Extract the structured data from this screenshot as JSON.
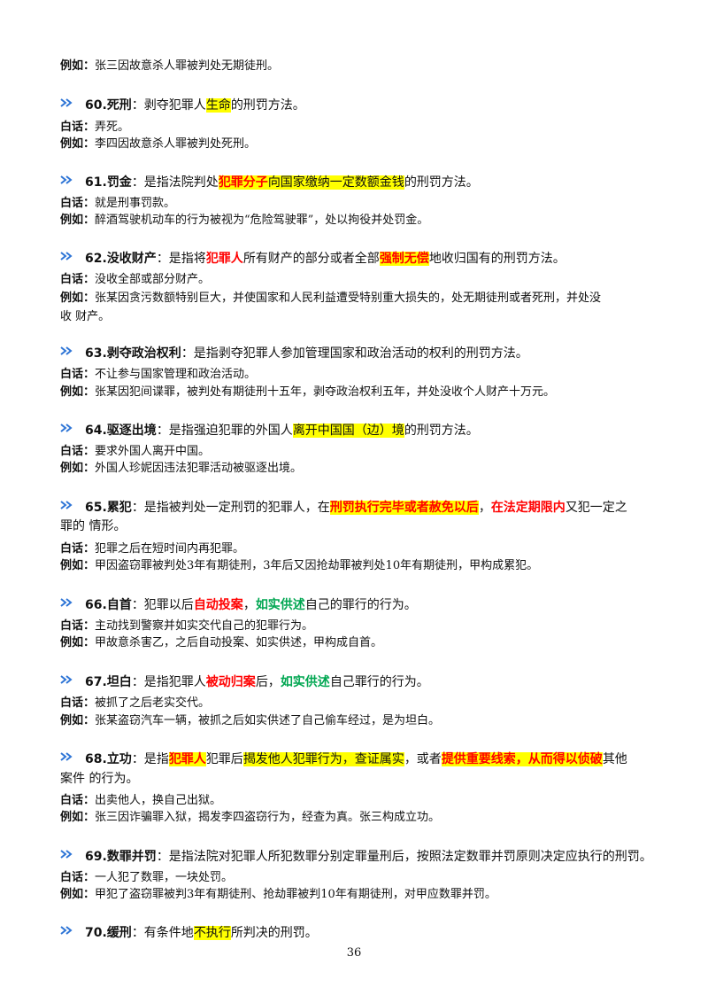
{
  "colors": {
    "highlight": "#ffff00",
    "red": "#ff0000",
    "green": "#00a651",
    "arrow": "#2e75d6"
  },
  "top_example": {
    "label": "例如：",
    "text": "张三因故意杀人罪被判处无期徒刑。"
  },
  "e60": {
    "num": "60.",
    "name": "死刑",
    "pre": "：剥夺犯罪人",
    "hl": "生命",
    "post": "的刑罚方法。",
    "bh_label": "白话：",
    "bh": "弄死。",
    "ex_label": "例如：",
    "ex": "李四因故意杀人罪被判处死刑。"
  },
  "e61": {
    "num": "61.",
    "name": "罚金",
    "pre": "：是指法院判处",
    "red_hl": "犯罪分子",
    "hl": "向国家缴纳一定数额金钱",
    "post": "的刑罚方法。",
    "bh_label": "白话：",
    "bh": "就是刑事罚款。",
    "ex_label": "例如：",
    "ex": "醉酒驾驶机动车的行为被视为“危险驾驶罪”，处以拘役并处罚金。"
  },
  "e62": {
    "num": "62.",
    "name": "没收财产",
    "pre": "：是指将",
    "red": "犯罪人",
    "mid": "所有财产的部分或者全部",
    "red_hl": "强制无偿",
    "post": "地收归国有的刑罚方法。",
    "bh_label": "白话：",
    "bh": "没收全部或部分财产。",
    "ex_label": "例如：",
    "ex1": "张某因贪污数额特别巨大，并使国家和人民利益遭受特别重大损失的，处无期徒刑或者死刑，并处没",
    "ex2": "收 财产。"
  },
  "e63": {
    "num": "63.",
    "name": "剥夺政治权利",
    "rest": "：是指剥夺犯罪人参加管理国家和政治活动的权利的刑罚方法。",
    "bh_label": "白话：",
    "bh": "不让参与国家管理和政治活动。",
    "ex_label": "例如：",
    "ex": "张某因犯间谍罪，被判处有期徒刑十五年，剥夺政治权利五年，并处没收个人财产十万元。"
  },
  "e64": {
    "num": "64.",
    "name": "驱逐出境",
    "pre": "：是指强迫犯罪的外国人",
    "hl": "离开中国国（边）境",
    "post": "的刑罚方法。",
    "bh_label": "白话：",
    "bh": "要求外国人离开中国。",
    "ex_label": "例如：",
    "ex": "外国人珍妮因违法犯罪活动被驱逐出境。"
  },
  "e65": {
    "num": "65.",
    "name": "累犯",
    "pre": "：是指被判处一定刑罚的犯罪人，在",
    "red_hl": "刑罚执行完毕或者赦免以后",
    "mid": "，",
    "red": "在法定期限内",
    "post": "又犯一定之",
    "line2": "罪的 情形。",
    "bh_label": "白话：",
    "bh": "犯罪之后在短时间内再犯罪。",
    "ex_label": "例如：",
    "ex": "甲因盗窃罪被判处3年有期徒刑，3年后又因抢劫罪被判处10年有期徒刑，甲构成累犯。"
  },
  "e66": {
    "num": "66.",
    "name": "自首",
    "pre": "：犯罪以后",
    "red": "自动投案",
    "mid": "，",
    "green": "如实供述",
    "post": "自己的罪行的行为。",
    "bh_label": "白话：",
    "bh": "主动找到警察并如实交代自己的犯罪行为。",
    "ex_label": "例如：",
    "ex": "甲故意杀害乙，之后自动投案、如实供述，甲构成自首。"
  },
  "e67": {
    "num": "67.",
    "name": "坦白",
    "pre": "：是指犯罪人",
    "red": "被动归案",
    "mid": "后，",
    "green": "如实供述",
    "post": "自己罪行的行为。",
    "bh_label": "白话：",
    "bh": "被抓了之后老实交代。",
    "ex_label": "例如：",
    "ex": "张某盗窃汽车一辆，被抓之后如实供述了自己偷车经过，是为坦白。"
  },
  "e68": {
    "num": "68.",
    "name": "立功",
    "pre": "：是指",
    "red_hl": "犯罪人",
    "mid": "犯罪后",
    "hl1": "揭发他人犯罪行为，查证属实",
    "mid2": "，或者",
    "hl2": "提供重要线索，从而得以侦破",
    "post": "其他",
    "line2": "案件 的行为。",
    "bh_label": "白话：",
    "bh": "出卖他人，换自己出狱。",
    "ex_label": "例如：",
    "ex": "张三因诈骗罪入狱，揭发李四盗窃行为，经查为真。张三构成立功。"
  },
  "e69": {
    "num": "69.",
    "name": "数罪并罚",
    "rest": "：是指法院对犯罪人所犯数罪分别定罪量刑后，按照法定数罪并罚原则决定应执行的刑罚。",
    "bh_label": "白话：",
    "bh": "一人犯了数罪，一块处罚。",
    "ex_label": "例如：",
    "ex": "甲犯了盗窃罪被判3年有期徒刑、抢劫罪被判10年有期徒刑，对甲应数罪并罚。"
  },
  "e70": {
    "num": "70.",
    "name": "缓刑",
    "pre": "：有条件地",
    "hl": "不执行",
    "post": "所判决的刑罚。"
  },
  "page_number": "36"
}
